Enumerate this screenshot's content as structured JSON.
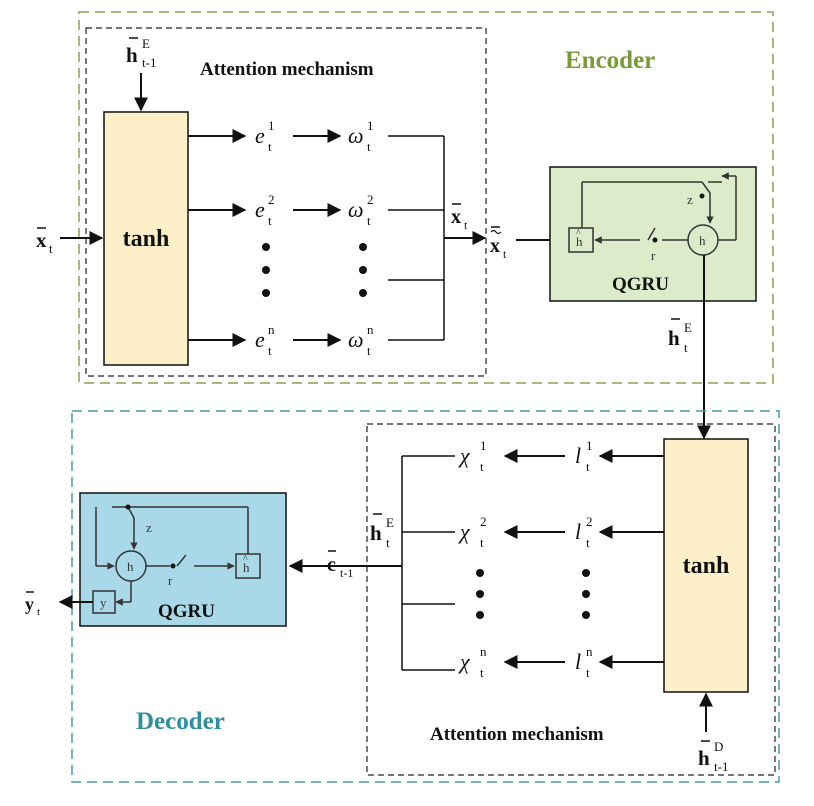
{
  "encoder": {
    "label": "Encoder",
    "attention_title": "Attention mechanism",
    "tanh": "tanh",
    "qgru": "QGRU",
    "input_x": "x",
    "input_x_sub": "t",
    "h_prev": "h",
    "h_prev_sup": "E",
    "h_prev_sub": "t-1",
    "e": "e",
    "e_sub": "t",
    "e_sups": [
      "1",
      "2",
      "n"
    ],
    "w": "ω",
    "w_sub": "t",
    "w_sups": [
      "1",
      "2",
      "n"
    ],
    "xt": "x",
    "xt_sub": "t",
    "xtil": "x",
    "xtil_sub": "t",
    "gate_z": "z",
    "gate_r": "r",
    "gate_h": "h",
    "gate_hhat": "h",
    "h_out": "h",
    "h_out_sup": "E",
    "h_out_sub": "t"
  },
  "decoder": {
    "label": "Decoder",
    "attention_title": "Attention mechanism",
    "tanh": "tanh",
    "qgru": "QGRU",
    "chi": "χ",
    "chi_sub": "t",
    "chi_sups": [
      "1",
      "2",
      "n"
    ],
    "l": "l",
    "l_sub": "t",
    "l_sups": [
      "1",
      "2",
      "n"
    ],
    "hE": "h",
    "hE_sup": "E",
    "hE_sub": "t",
    "c": "c",
    "c_sub": "t-1",
    "y_out": "y",
    "y_out_sub": "t",
    "gate_z": "z",
    "gate_r": "r",
    "gate_h": "h",
    "gate_hhat": "h",
    "gate_y": "y",
    "h_prev": "h",
    "h_prev_sup": "D",
    "h_prev_sub": "t-1"
  },
  "colors": {
    "tanh_fill": "#fdf0c8",
    "enc_qgru_fill": "#dcebc9",
    "dec_qgru_fill": "#a9d8e8",
    "encoder_border": "#8aa050",
    "decoder_border": "#4a9aa8",
    "encoder_text": "#7a9a3a",
    "decoder_text": "#2f8e9e",
    "line": "#111111"
  }
}
